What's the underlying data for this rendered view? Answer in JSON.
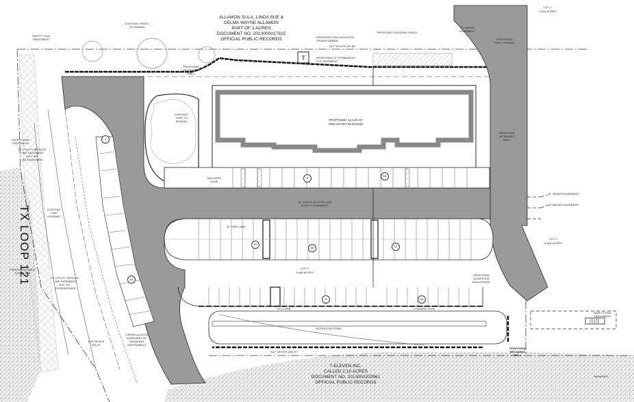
{
  "owner_north": {
    "lines": "ALLAMON SULA, LINDA SUE &\nDELMA WAYNE ALLAMON\nPART OF 3 ACRES\nDOCUMENT NO. 2013000017915\nOFFICIAL PUBLIC RECORDS"
  },
  "owner_south": {
    "lines": "7-ELEVEN INC.\nCALLED 2.10 ACRES\nDOCUMENT NO. 2013000202961\nOFFICIAL PUBLIC RECORDS"
  },
  "road_label": "TX LOOP 121",
  "building": {
    "label": "PROPOSED 12,140 SF\nONE-STORY BUILDING"
  },
  "lots": {
    "lot1": "LOT 1\n3.### ACRES",
    "lot2": "LOT 2\n3.### ACRES",
    "lot3": "LOT 3\n3.### ACRES"
  },
  "callouts": {
    "existing_trees": "EXISTING TREES\nTO REMAIN",
    "existing_trees_remain": "EXISTING\nTREE TO\nREMAIN",
    "proposed_transformer": "PROPOSED PAD MOUNTED\nTRANSFORMER",
    "proposed_fire_easement": "PROPOSED 10' PERMANENT\nFLE EASEMENT",
    "proposed_wooden_fence": "PROPOSED WOODEN FENCE",
    "water_easement_top": "15' WATER\nEASEMENT",
    "proposed_fire_hydrant": "PROPOSED\nFIRE HYDRANT",
    "proposed_retaining_wall_top": "PROPOSED\nRETAINING\nWALL",
    "proposed_retaining_wall_east": "PROPOSED\nRETAINING\nWALL",
    "proposed_retaining_wall_se": "PROPOSED\nRETAINING\nWALL",
    "cross_access_easement": "30' CROSS ACCESS AND\nUTILITY EASEMENT",
    "cross_access_separate": "CROSS ACCESS\nEASEMENT BY\nSEPARATE\nINSTRUMENT",
    "sewer_easement": "15' SEWER EASEMENT",
    "water_easement_east": "15' WATER EASEMENT",
    "safety_end_treatment_nw": "SAFETY END\nTREATMENT",
    "safety_end_treatment_w": "SAFETY END\nTREATMENT",
    "safety_end_treatment_se": "SAFETY END\nTREATMENT",
    "utility_service_easement_nw": "10' UTILITY SERVICE\nLINE EASEMENT\nDOC NO.\n2013000000000",
    "utility_service_easement_sw": "10' UTILITY SERVICE\nLINE EASEMENT\nDOC NO.\n2013000000000",
    "existing_fire_hydrant": "EXISTING\nFIRE\nHYDRANT",
    "proposed_right_turn_lane": "PROPOSED RIGHT\nTURN LANE",
    "proposed_dumpster": "PROPOSED\nDUMPSTER\nENCLOSURE",
    "detention_pond": "DETENTION POND",
    "no_curb": "NO CURB",
    "no_curb_2": "NO CURB",
    "delivery_zone": "DELIVERY\nZONE",
    "loading_zone": "LOADING ZONE",
    "manhole": "MANHOLE",
    "bearing_north": "N17°18'29\"E  129.55'",
    "bearing_south": "N17°18'04\"E  284.75'",
    "bearing_west": "N79°18'00\"E\n203.37'",
    "fire_lane": "24' FIRE LANE"
  },
  "parking_counts": {
    "nw_lot": "4",
    "north_row_a": "6",
    "north_row_b": "10",
    "middle_a": "10",
    "middle_b": "18",
    "middle_c": "17",
    "south_a": "6",
    "south_b": "12",
    "west_a": "12"
  },
  "colors": {
    "pavement": "#9a9a9a",
    "pavement_dark": "#8a8a8a",
    "line": "#1a1a1a",
    "stipple": "#cfcfcf",
    "background": "#ffffff"
  }
}
